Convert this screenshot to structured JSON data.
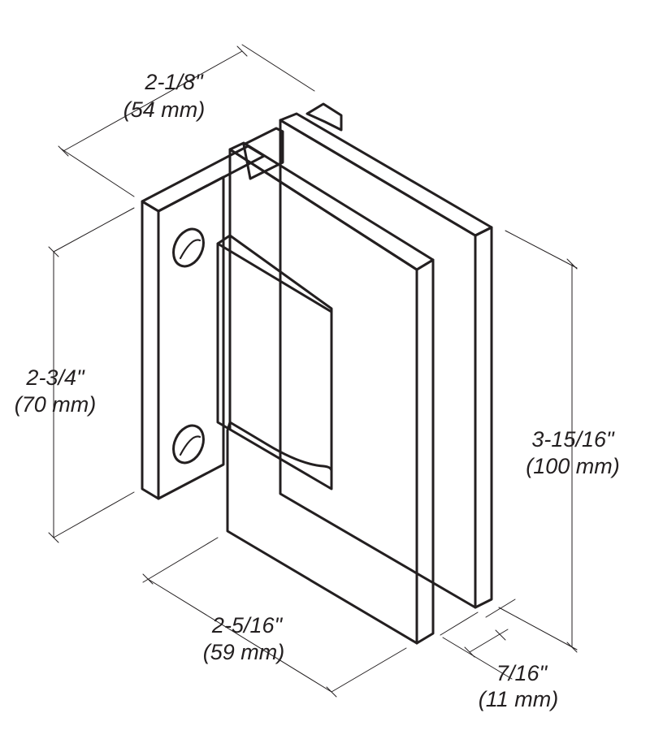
{
  "figure": {
    "subject": "glass door hinge, wall mount, isometric view",
    "line_color": "#231f20",
    "background": "#ffffff"
  },
  "dimensions": {
    "top_width": {
      "imperial": "2-1/8\"",
      "metric": "(54 mm)"
    },
    "plate_height": {
      "imperial": "2-3/4\"",
      "metric": "(70 mm)"
    },
    "overall_height": {
      "imperial": "3-15/16\"",
      "metric": "(100 mm)"
    },
    "depth": {
      "imperial": "2-5/16\"",
      "metric": "(59 mm)"
    },
    "glass_gap": {
      "imperial": "7/16\"",
      "metric": "(11 mm)"
    }
  }
}
